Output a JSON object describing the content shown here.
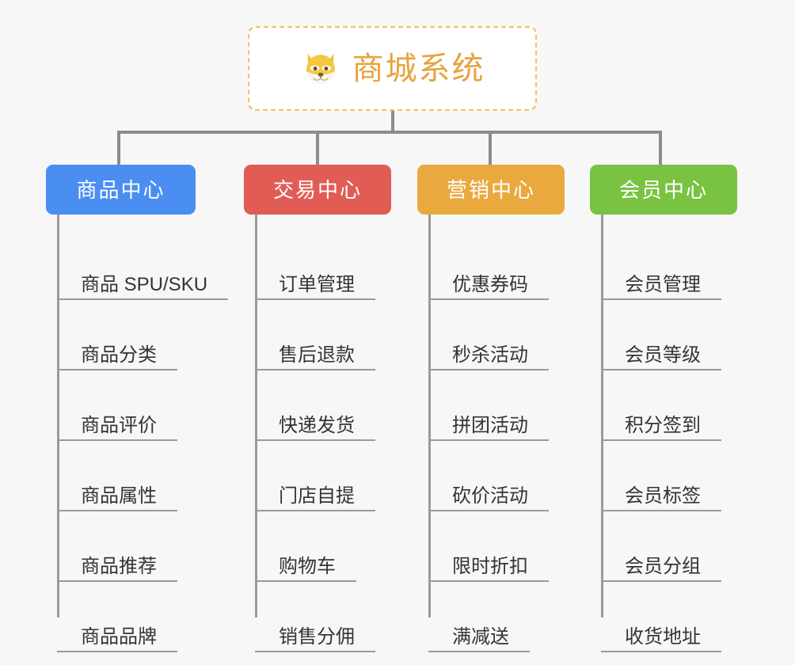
{
  "canvas": {
    "background": "#f7f7f7",
    "connector_color": "#8c8c8c",
    "branch_color": "#9a9a9a"
  },
  "root": {
    "title": "商城系统",
    "icon": "dog-face-emoji",
    "text_color": "#e8a33d",
    "border_color": "#f0bf62",
    "background": "#ffffff"
  },
  "categories": [
    {
      "label": "商品中心",
      "color": "#4a8ef1",
      "items": [
        {
          "label": "商品 SPU/SKU"
        },
        {
          "label": "商品分类"
        },
        {
          "label": "商品评价"
        },
        {
          "label": "商品属性"
        },
        {
          "label": "商品推荐"
        },
        {
          "label": "商品品牌"
        }
      ]
    },
    {
      "label": "交易中心",
      "color": "#e25c56",
      "items": [
        {
          "label": "订单管理"
        },
        {
          "label": "售后退款"
        },
        {
          "label": "快递发货"
        },
        {
          "label": "门店自提"
        },
        {
          "label": "购物车"
        },
        {
          "label": "销售分佣"
        }
      ]
    },
    {
      "label": "营销中心",
      "color": "#eaa93e",
      "items": [
        {
          "label": "优惠券码"
        },
        {
          "label": "秒杀活动"
        },
        {
          "label": "拼团活动"
        },
        {
          "label": "砍价活动"
        },
        {
          "label": "限时折扣"
        },
        {
          "label": "满减送"
        }
      ]
    },
    {
      "label": "会员中心",
      "color": "#79c242",
      "items": [
        {
          "label": "会员管理"
        },
        {
          "label": "会员等级"
        },
        {
          "label": "积分签到"
        },
        {
          "label": "会员标签"
        },
        {
          "label": "会员分组"
        },
        {
          "label": "收货地址"
        }
      ]
    }
  ]
}
